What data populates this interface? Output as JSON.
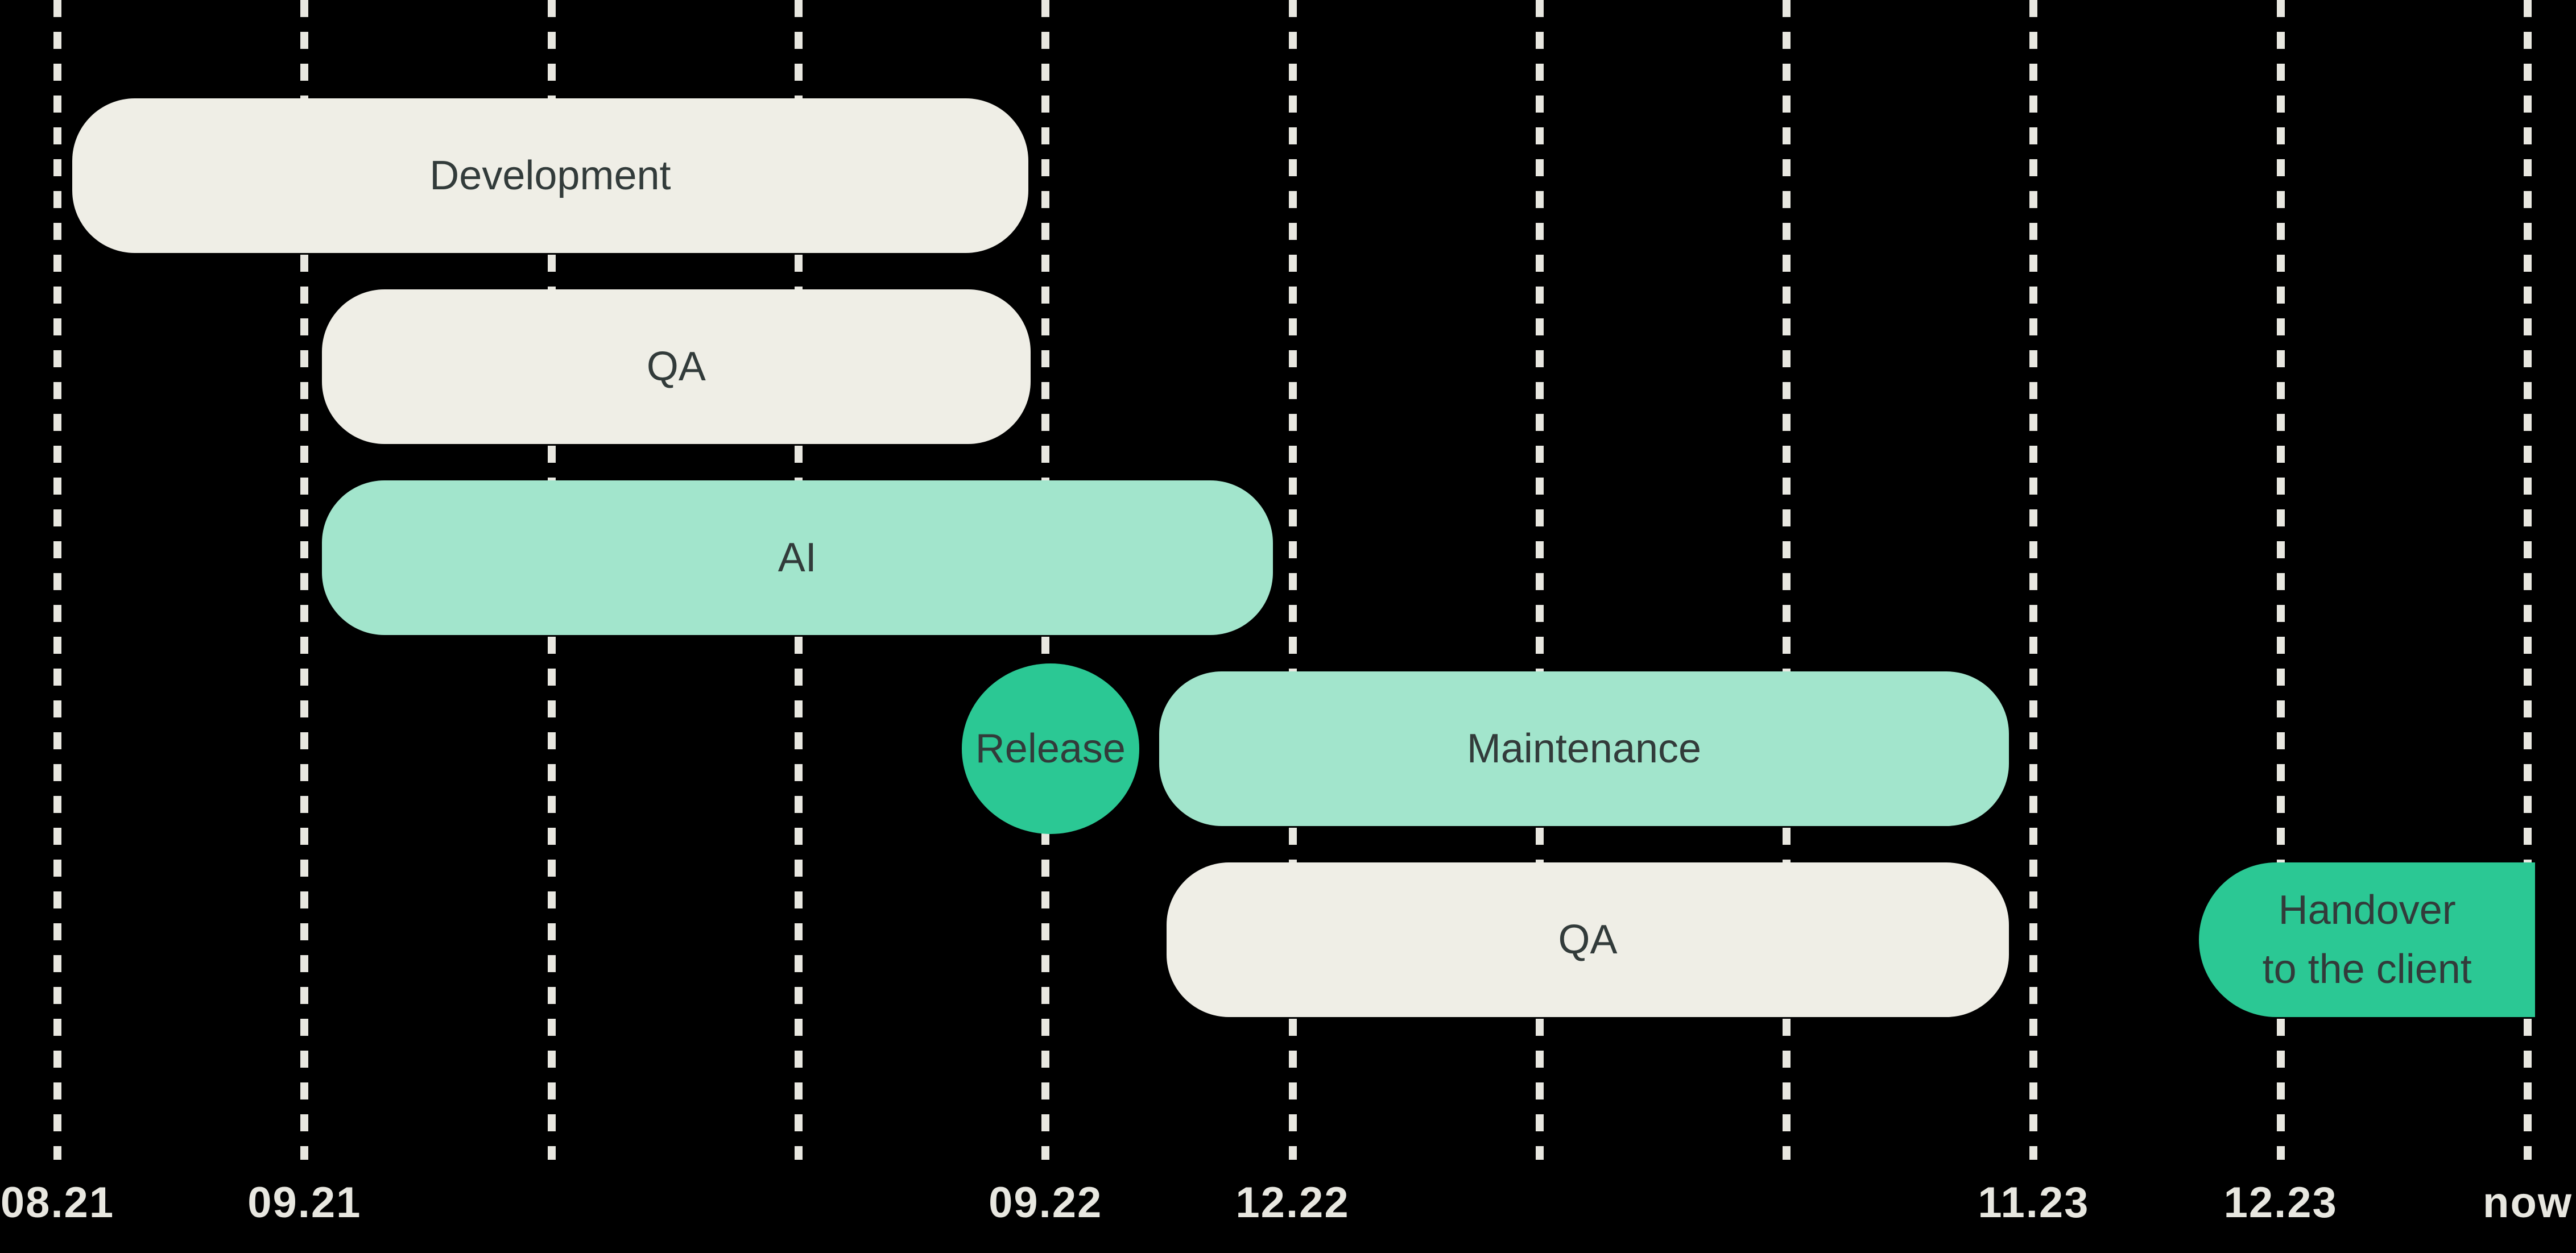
{
  "background": "#000000",
  "colors": {
    "cream": "#EFEEE6",
    "mint": "#A2E5CC",
    "green": "#2BC894",
    "dark": "#323B3A",
    "grid": "#E8E7E0"
  },
  "chart_data": {
    "type": "bar",
    "subtype": "gantt-timeline",
    "title": "",
    "xlabel": "",
    "ylabel": "",
    "axis": {
      "orientation": "horizontal",
      "unit": "MM.YY",
      "gridlines": true,
      "gridline_style": "dashed",
      "visible_tick_range": [
        -0.23,
        10.2
      ],
      "ticks": [
        {
          "index": 0,
          "label": "08.21"
        },
        {
          "index": 1,
          "label": "09.21"
        },
        {
          "index": 2,
          "label": ""
        },
        {
          "index": 3,
          "label": ""
        },
        {
          "index": 4,
          "label": "09.22"
        },
        {
          "index": 5,
          "label": "12.22"
        },
        {
          "index": 6,
          "label": ""
        },
        {
          "index": 7,
          "label": ""
        },
        {
          "index": 8,
          "label": "11.23"
        },
        {
          "index": 9,
          "label": "12.23"
        },
        {
          "index": 10,
          "label": "now"
        }
      ]
    },
    "tasks": [
      {
        "label": "Development",
        "row": 0,
        "start": 0.06,
        "end": 3.93,
        "color": "cream",
        "shape": "pill"
      },
      {
        "label": "QA",
        "row": 1,
        "start": 1.07,
        "end": 3.94,
        "color": "cream",
        "shape": "pill"
      },
      {
        "label": "AI",
        "row": 2,
        "start": 1.07,
        "end": 4.92,
        "color": "mint",
        "shape": "pill"
      },
      {
        "label": "Release",
        "row": 3,
        "start": 3.66,
        "end": 4.38,
        "color": "green",
        "shape": "circle"
      },
      {
        "label": "Maintenance",
        "row": 3,
        "start": 4.46,
        "end": 7.9,
        "color": "mint",
        "shape": "pill"
      },
      {
        "label": "QA",
        "row": 4,
        "start": 4.49,
        "end": 7.9,
        "color": "cream",
        "shape": "pill"
      },
      {
        "label": "Handover to the client",
        "label_lines": [
          "Handover",
          "to the client"
        ],
        "row": 4,
        "start": 8.67,
        "end": 10.03,
        "color": "green",
        "shape": "pill-left",
        "open_ended": true
      }
    ]
  }
}
